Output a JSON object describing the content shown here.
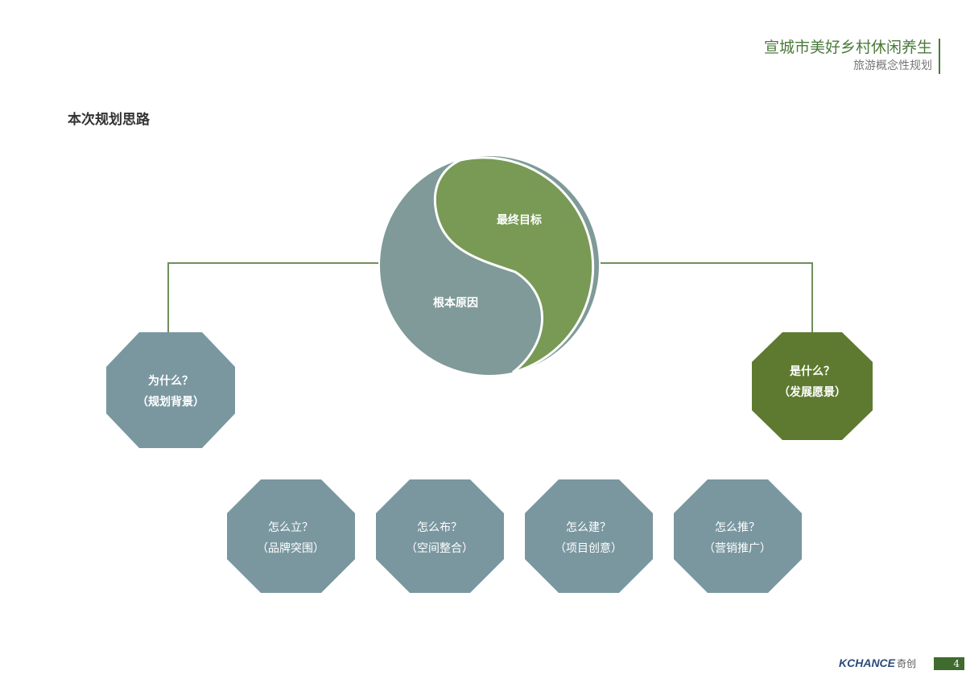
{
  "header": {
    "title": "宣城市美好乡村休闲养生",
    "subtitle": "旅游概念性规划"
  },
  "section_title": "本次规划思路",
  "yin_yang": {
    "top_label": "最终目标",
    "bottom_label": "根本原因",
    "colors": {
      "green": "#789a55",
      "gray": "#7f9a98"
    }
  },
  "left_node": {
    "line1": "为什么？",
    "line2": "（规划背景）",
    "color": "#7a97a0"
  },
  "right_node": {
    "line1": "是什么？",
    "line2": "（发展愿景）",
    "color": "#5e7a30"
  },
  "bottom_nodes": [
    {
      "line1": "怎么立？",
      "line2": "（品牌突围）"
    },
    {
      "line1": "怎么布？",
      "line2": "（空间整合）"
    },
    {
      "line1": "怎么建？",
      "line2": "（项目创意）"
    },
    {
      "line1": "怎么推？",
      "line2": "（营销推广）"
    }
  ],
  "bottom_node_color": "#7a97a0",
  "footer": {
    "logo": "KCHANCE",
    "logo_cn": "奇创",
    "page": "4"
  }
}
